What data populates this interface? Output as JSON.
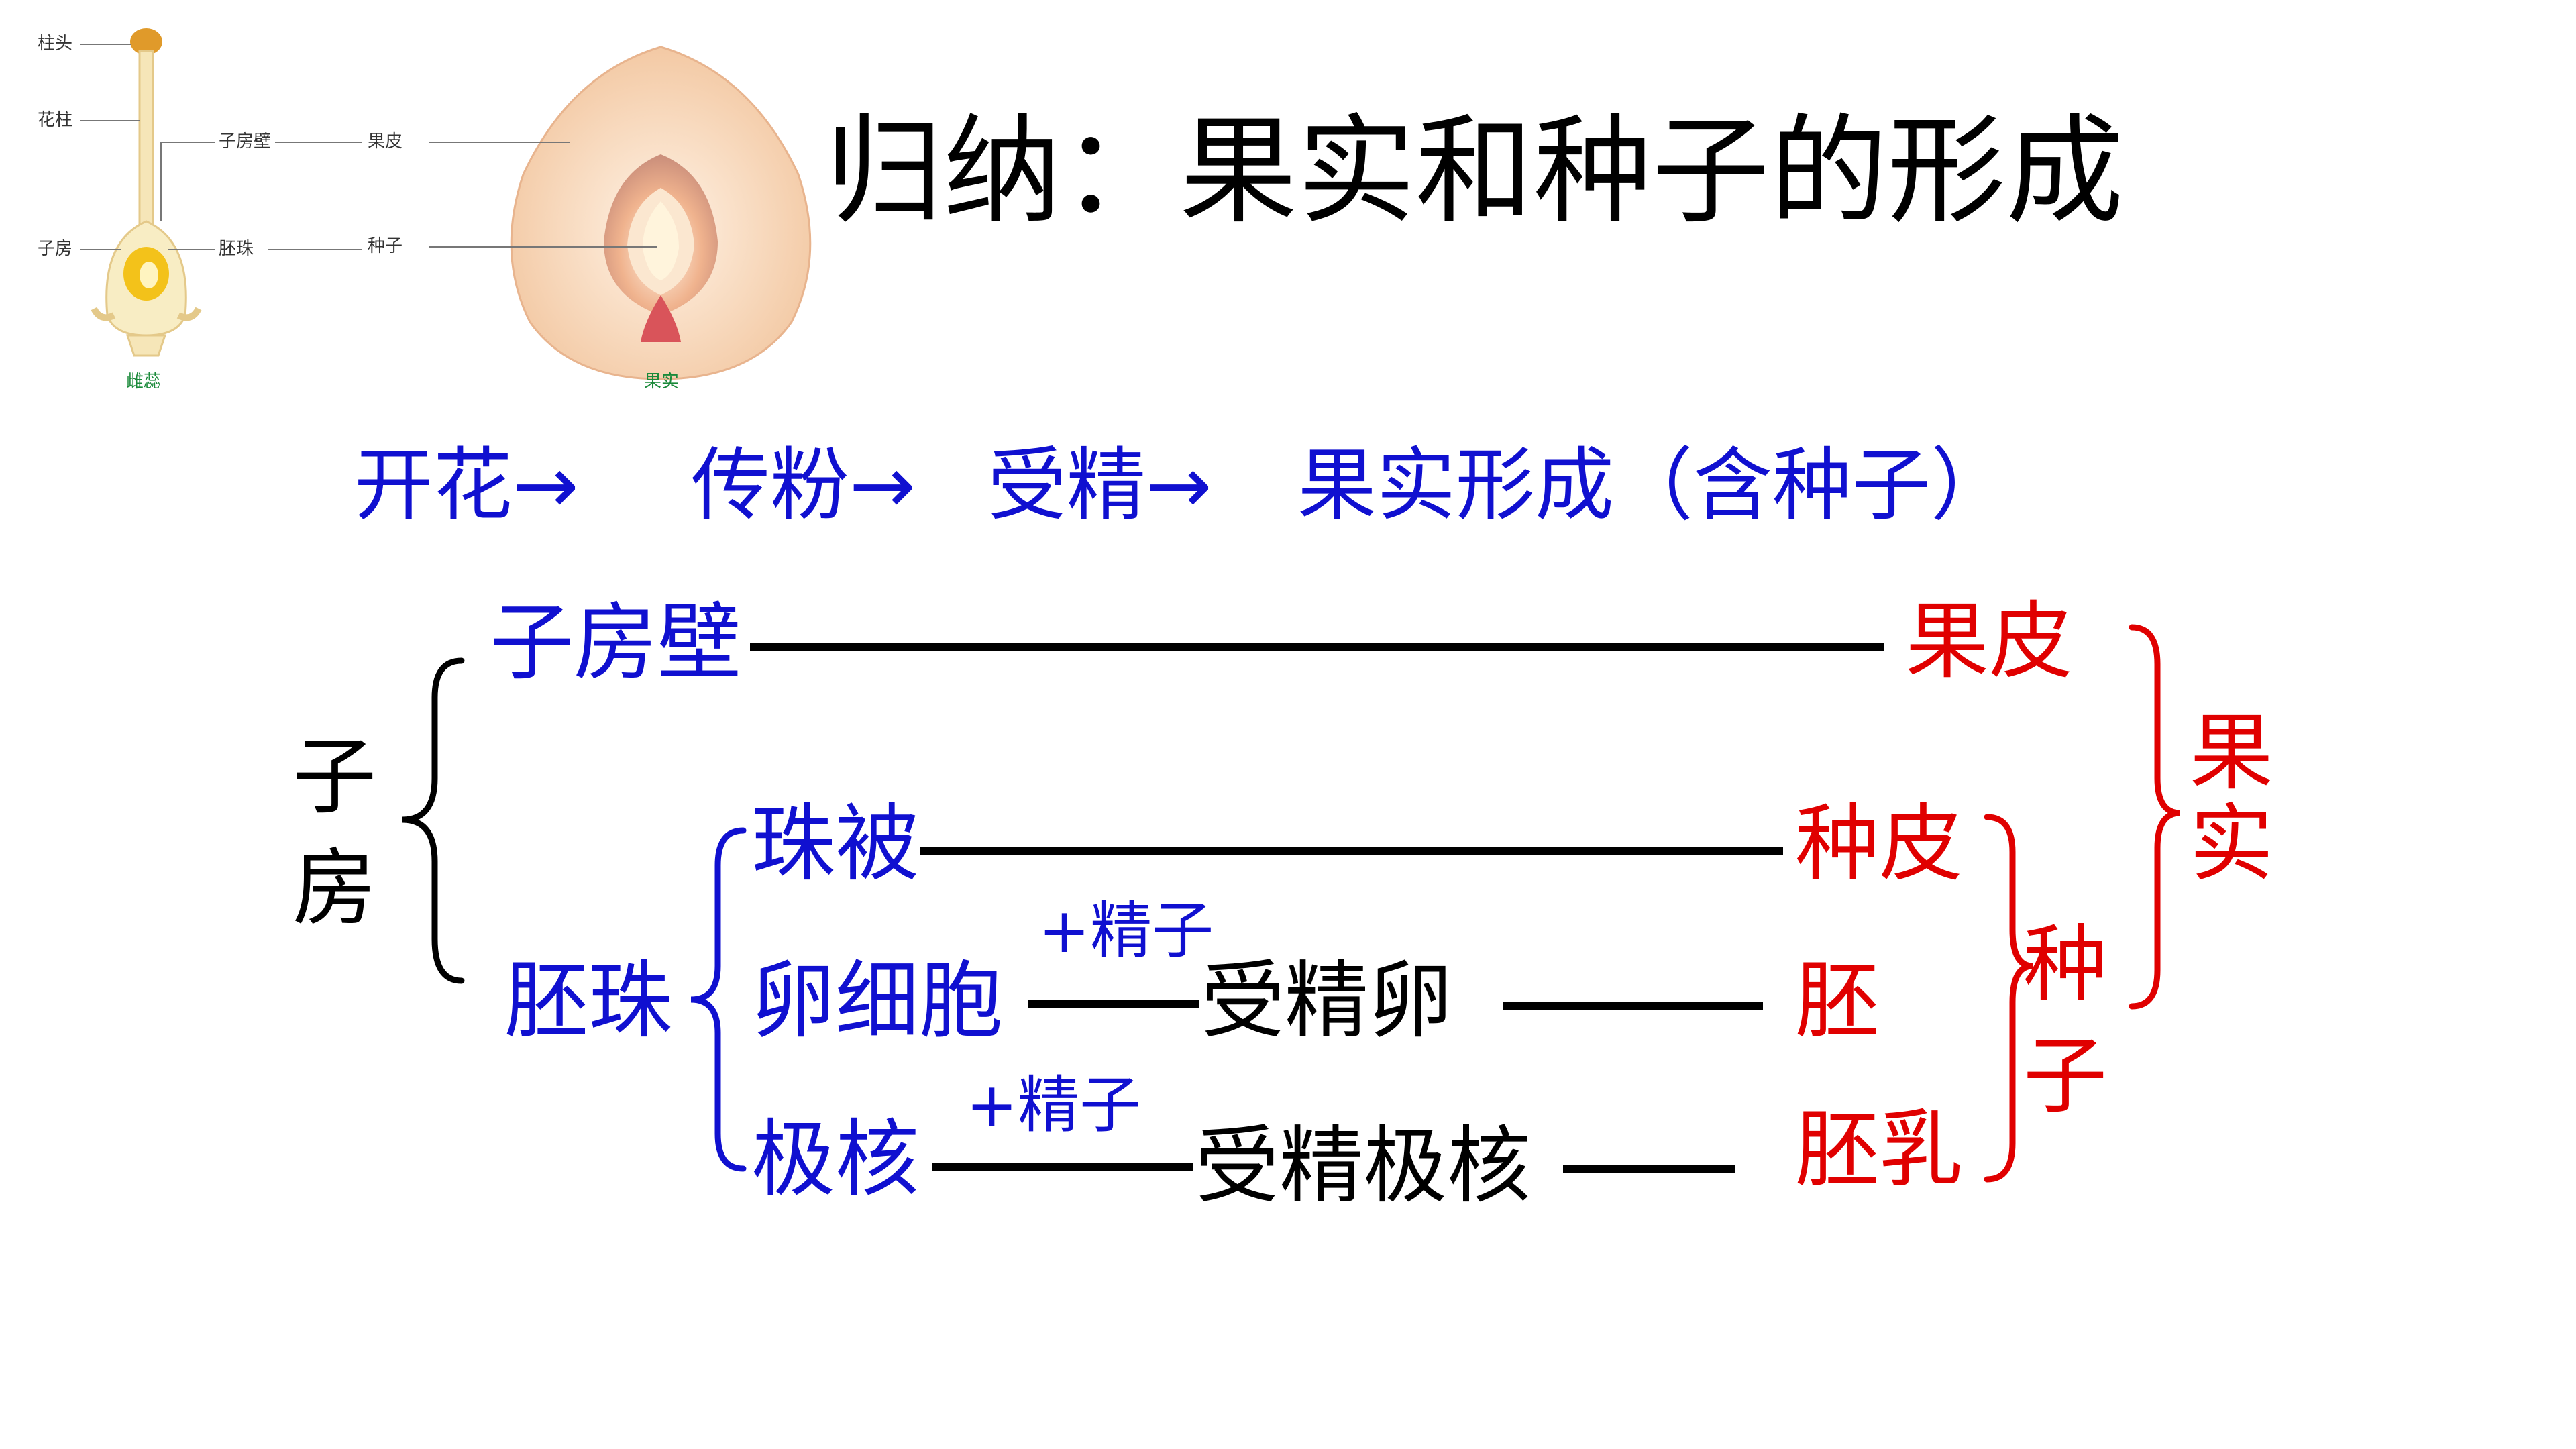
{
  "title": "归纳：果实和种子的形成",
  "flow": {
    "step1": "开花→",
    "step2": "传粉→",
    "step3": "受精→",
    "step4": "果实形成（含种子）"
  },
  "illustration": {
    "pistil": {
      "stigma": "柱头",
      "style": "花柱",
      "ovary": "子房",
      "ovary_wall": "子房壁",
      "ovule": "胚珠",
      "caption": "雌蕊"
    },
    "fruit": {
      "pericarp": "果皮",
      "seed": "种子",
      "caption": "果实"
    }
  },
  "diagram": {
    "ovary_chars": [
      "子",
      "房"
    ],
    "ovary_wall": "子房壁",
    "ovule": "胚珠",
    "integument": "珠被",
    "egg_cell": "卵细胞",
    "polar_nuclei": "极核",
    "plus_sperm_1": "+精子",
    "plus_sperm_2": "+精子",
    "fertilized_egg": "受精卵",
    "fertilized_polar_nuclei": "受精极核",
    "pericarp": "果皮",
    "seed_coat": "种皮",
    "embryo": "胚",
    "endosperm": "胚乳",
    "seed_chars": [
      "种",
      "子"
    ],
    "fruit_chars": [
      "果",
      "实"
    ]
  },
  "colors": {
    "blue": "#1010d0",
    "red": "#e00000",
    "black": "#000000",
    "caption_green": "#1a8a3a"
  }
}
